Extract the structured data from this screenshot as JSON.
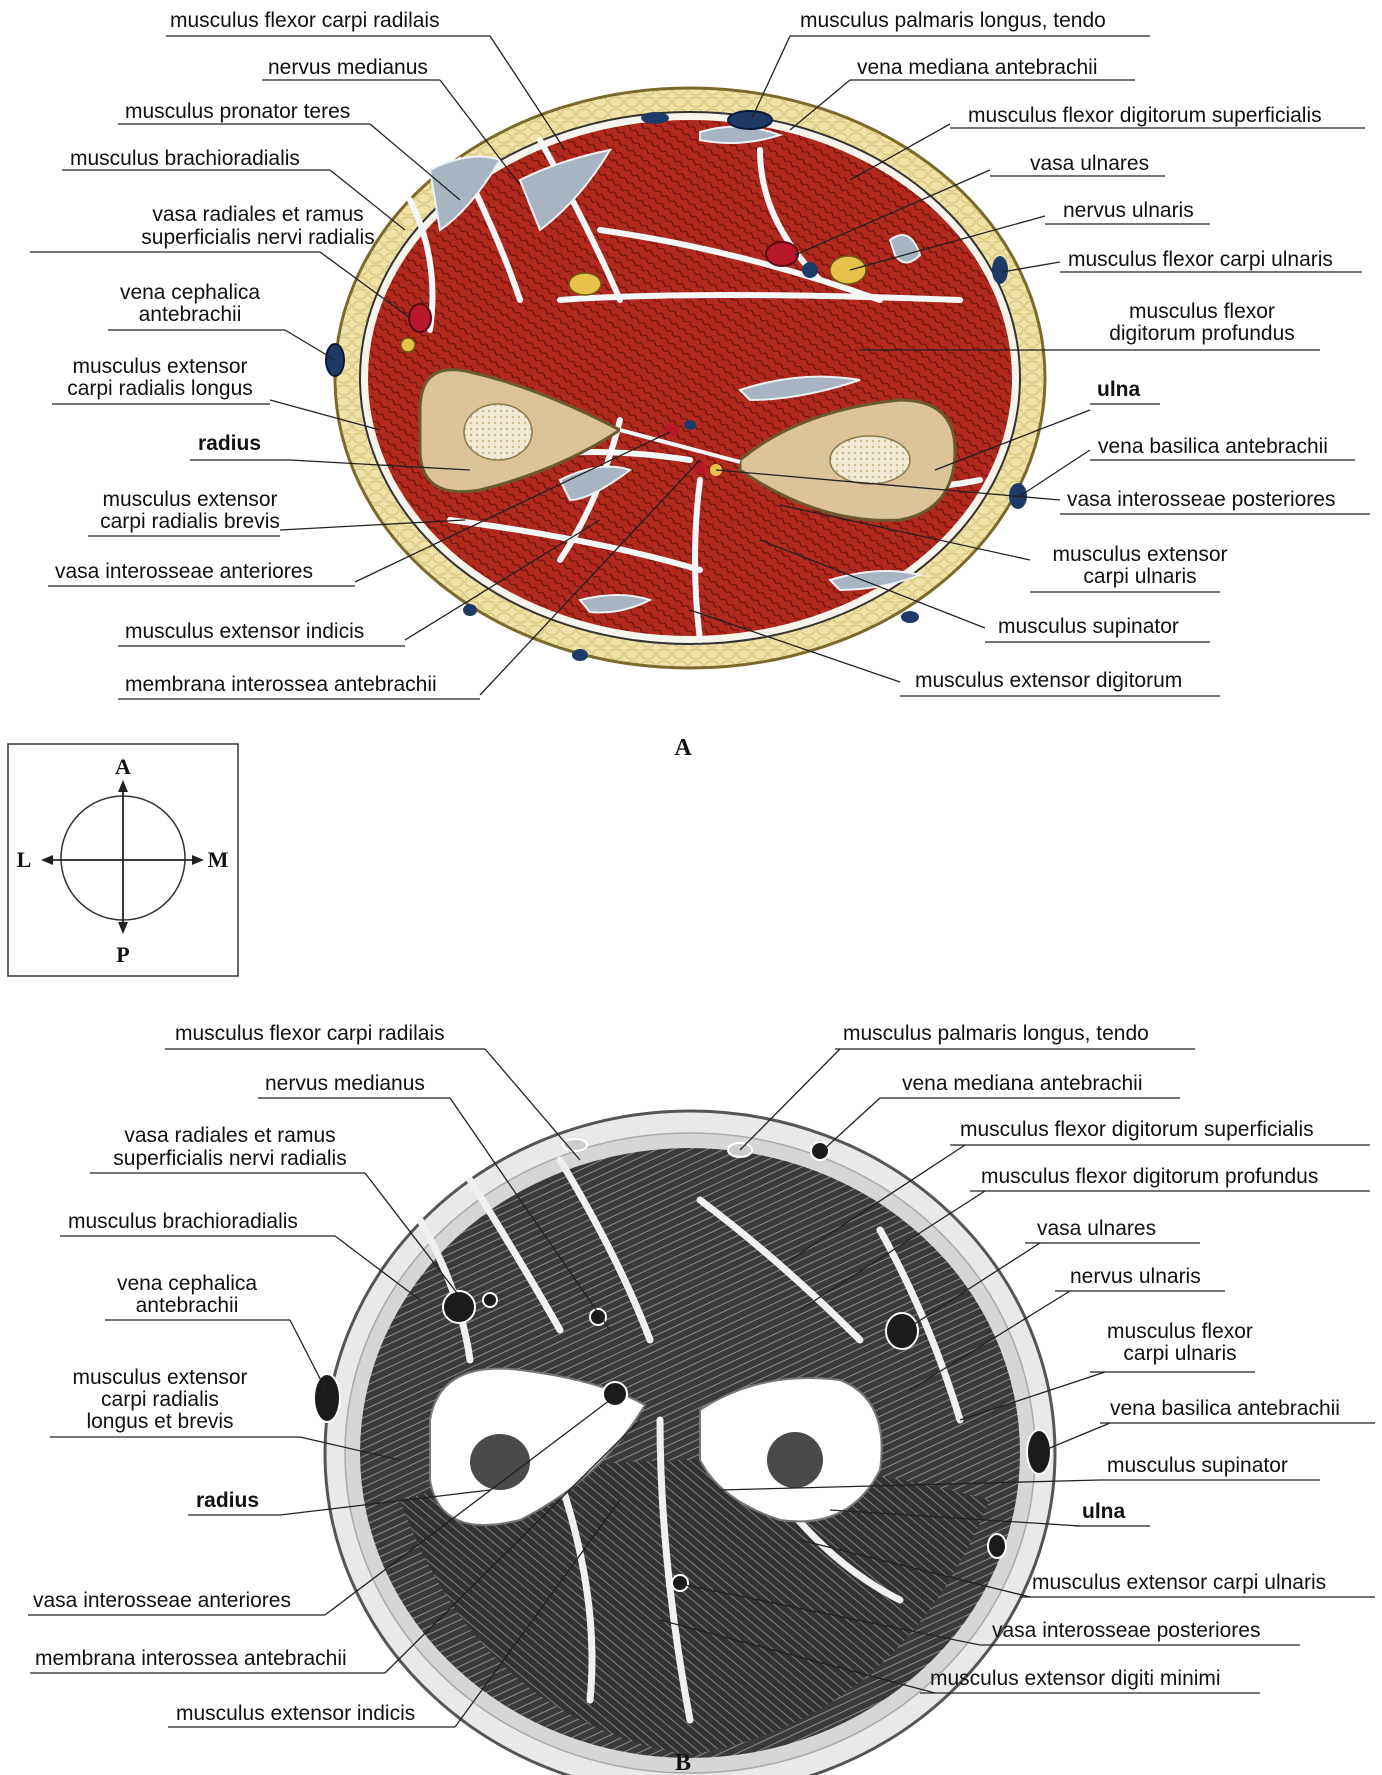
{
  "figure_a": {
    "caption": "A",
    "labels_left": [
      "musculus flexor carpi radilais",
      "nervus medianus",
      "musculus pronator teres",
      "musculus brachioradialis",
      [
        "vasa radiales et ramus",
        "superficialis nervi radialis"
      ],
      [
        "vena cephalica",
        "antebrachii"
      ],
      [
        "musculus extensor",
        "carpi radialis longus"
      ],
      "radius",
      [
        "musculus extensor",
        "carpi radialis brevis"
      ],
      "vasa interosseae anteriores",
      "musculus extensor indicis",
      "membrana interossea antebrachii"
    ],
    "labels_right": [
      "musculus palmaris longus, tendo",
      "vena mediana antebrachii",
      "musculus flexor digitorum superficialis",
      "vasa ulnares",
      "nervus ulnaris",
      "musculus flexor carpi ulnaris",
      [
        "musculus flexor",
        "digitorum profundus"
      ],
      "ulna",
      "vena basilica antebrachii",
      "vasa interosseae posteriores",
      [
        "musculus extensor",
        "carpi ulnaris"
      ],
      "musculus supinator",
      "musculus extensor digitorum"
    ]
  },
  "orientation": {
    "anterior": "A",
    "posterior": "P",
    "lateral": "L",
    "medial": "M"
  },
  "figure_b": {
    "caption": "B",
    "labels_left": [
      "musculus flexor carpi radilais",
      "nervus medianus",
      [
        "vasa radiales et ramus",
        "superficialis nervi radialis"
      ],
      "musculus brachioradialis",
      [
        "vena cephalica",
        "antebrachii"
      ],
      [
        "musculus extensor",
        "carpi radialis",
        "longus et brevis"
      ],
      "radius",
      "vasa interosseae anteriores",
      "membrana interossea antebrachii",
      "musculus extensor indicis"
    ],
    "labels_right": [
      "musculus palmaris longus, tendo",
      "vena mediana antebrachii",
      "musculus flexor digitorum superficialis",
      "musculus flexor digitorum profundus",
      "vasa ulnares",
      "nervus ulnaris",
      [
        "musculus flexor",
        "carpi ulnaris"
      ],
      "vena basilica antebrachii",
      "musculus supinator",
      "ulna",
      "musculus extensor carpi ulnaris",
      "vasa interosseae posteriores",
      "musculus extensor digiti minimi"
    ]
  },
  "colors": {
    "muscle": "#b22a1e",
    "muscle_stripe": "#6e140e",
    "fat": "#efe2a6",
    "bone": "#dcc39a",
    "marrow": "#f1ead2",
    "nerve": "#e6c24a",
    "vein": "#1d3b66",
    "artery": "#b8182a",
    "photo_muscle": "#3a3a3a",
    "photo_skin": "#eeeeee"
  }
}
